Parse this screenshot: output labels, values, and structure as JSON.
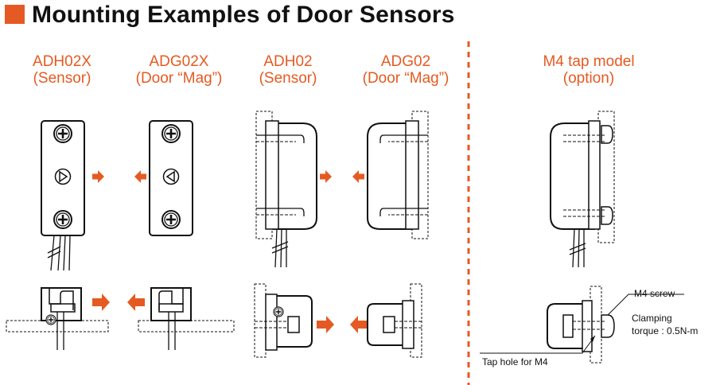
{
  "title": "Mounting Examples of Door Sensors",
  "accent_color": "#e55a22",
  "columns": [
    {
      "model": "ADH02X",
      "sub": "(Sensor)"
    },
    {
      "model": "ADG02X",
      "sub": "(Door “Mag”)"
    },
    {
      "model": "ADH02",
      "sub": "(Sensor)"
    },
    {
      "model": "ADG02",
      "sub": "(Door “Mag”)"
    },
    {
      "model": "M4 tap model",
      "sub": "(option)"
    }
  ],
  "callouts": {
    "m4_screw": "M4 screw",
    "clamping_line1": "Clamping",
    "clamping_line2": "torque : 0.5N-m",
    "tap_hole": "Tap hole for M4"
  },
  "icons": [
    "plus-screw-icon",
    "arrow-right-icon",
    "arrow-left-icon",
    "triangle-marker-icon"
  ]
}
